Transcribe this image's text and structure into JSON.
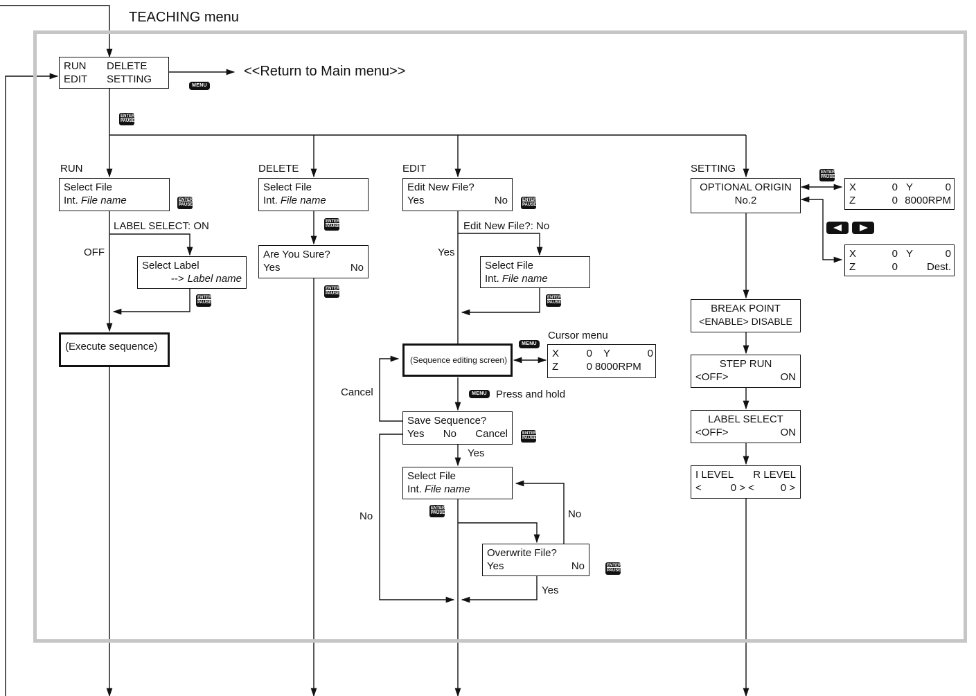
{
  "title": "TEACHING menu",
  "return_text": "<<Return to Main menu>>",
  "keys": {
    "menu": "MENU",
    "enter": "ENTER",
    "pause": "PAUSE"
  },
  "main_menu": {
    "r1a": "RUN",
    "r1b": "DELETE",
    "r2a": "EDIT",
    "r2b": "SETTING"
  },
  "sections": {
    "run": "RUN",
    "delete": "DELETE",
    "edit": "EDIT",
    "setting": "SETTING"
  },
  "run": {
    "select_file": {
      "l1": "Select File",
      "prefix": "Int.",
      "name": "File name"
    },
    "label_select_on": "LABEL SELECT: ON",
    "off": "OFF",
    "select_label": {
      "l1": "Select Label",
      "arrow": "-->",
      "name": "Label name"
    },
    "execute": "(Execute sequence)"
  },
  "delete": {
    "select_file": {
      "l1": "Select File",
      "prefix": "Int.",
      "name": "File name"
    },
    "are_you_sure": {
      "l1": "Are You Sure?",
      "yes": "Yes",
      "no": "No"
    }
  },
  "edit": {
    "edit_new": {
      "l1": "Edit New File?",
      "yes": "Yes",
      "no": "No"
    },
    "edit_new_no": "Edit New File?: No",
    "yes_label": "Yes",
    "select_file_a": {
      "l1": "Select File",
      "prefix": "Int.",
      "name": "File name"
    },
    "seq_screen": "(Sequence editing screen)",
    "cursor_menu": "Cursor menu",
    "cursor_box": {
      "x": "X",
      "xv": "0",
      "y": "Y",
      "yv": "0",
      "z": "Z",
      "zv": "0",
      "rpm": "8000RPM"
    },
    "cancel": "Cancel",
    "press_hold": "Press and hold",
    "save_seq": {
      "l1": "Save Sequence?",
      "yes": "Yes",
      "no": "No",
      "cancel": "Cancel"
    },
    "yes_after_save": "Yes",
    "no_left": "No",
    "select_file_b": {
      "l1": "Select File",
      "prefix": "Int.",
      "name": "File name"
    },
    "no_right": "No",
    "overwrite": {
      "l1": "Overwrite File?",
      "yes": "Yes",
      "no": "No"
    },
    "yes_bottom": "Yes"
  },
  "setting": {
    "origin": {
      "l1": "OPTIONAL ORIGIN",
      "l2": "No.2"
    },
    "origin_a": {
      "x": "X",
      "xv": "0",
      "y": "Y",
      "yv": "0",
      "z": "Z",
      "zv": "0",
      "rpm": "8000RPM"
    },
    "origin_b": {
      "x": "X",
      "xv": "0",
      "y": "Y",
      "yv": "0",
      "z": "Z",
      "zv": "0",
      "dest": "Dest."
    },
    "break_point": {
      "l1": "BREAK POINT",
      "l2": "<ENABLE> DISABLE"
    },
    "step_run": {
      "l1": "STEP RUN",
      "off": "<OFF>",
      "on": "ON"
    },
    "label_select": {
      "l1": "LABEL SELECT",
      "off": "<OFF>",
      "on": "ON"
    },
    "level": {
      "l1a": "I LEVEL",
      "l1b": "R LEVEL",
      "lt1": "<",
      "v1": "0 >",
      "lt2": "<",
      "v2": "0 >"
    }
  }
}
